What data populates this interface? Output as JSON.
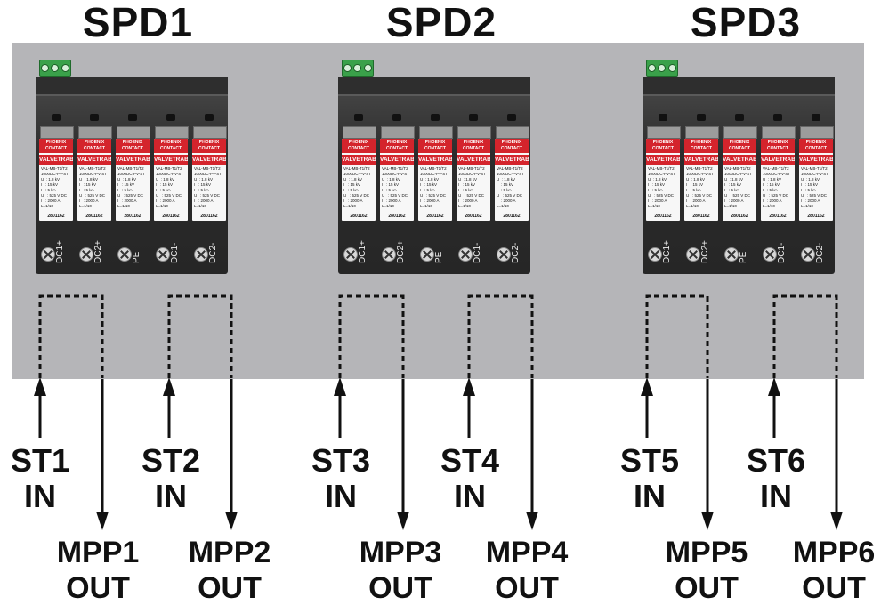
{
  "spds": [
    {
      "title": "SPD1"
    },
    {
      "title": "SPD2"
    },
    {
      "title": "SPD3"
    }
  ],
  "module": {
    "logo_text": "PHOENIX CONTACT",
    "brand": "VALVETRAB",
    "spec_lines": [
      "VAL-MB-T1/T2",
      "1000DC-PV-ST",
      "U  : 1,8 kV",
      "I   : 15 kV",
      "I   : 5 kA",
      "U   : 525 V DC",
      "I   : 2000 A",
      "L=1/10"
    ],
    "part_number": "2801162"
  },
  "terminals": [
    "DC1+",
    "DC2+",
    "PE",
    "DC1-",
    "DC2-"
  ],
  "inputs": [
    {
      "line1": "ST1",
      "line2": "IN"
    },
    {
      "line1": "ST2",
      "line2": "IN"
    },
    {
      "line1": "ST3",
      "line2": "IN"
    },
    {
      "line1": "ST4",
      "line2": "IN"
    },
    {
      "line1": "ST5",
      "line2": "IN"
    },
    {
      "line1": "ST6",
      "line2": "IN"
    }
  ],
  "outputs": [
    {
      "line1": "MPP1",
      "line2": "OUT"
    },
    {
      "line1": "MPP2",
      "line2": "OUT"
    },
    {
      "line1": "MPP3",
      "line2": "OUT"
    },
    {
      "line1": "MPP4",
      "line2": "OUT"
    },
    {
      "line1": "MPP5",
      "line2": "OUT"
    },
    {
      "line1": "MPP6",
      "line2": "OUT"
    }
  ],
  "colors": {
    "panel": "#b5b5b8",
    "device_body": "#2c2c2c",
    "connector_green": "#3aa14a",
    "brand_red": "#d4242c"
  }
}
